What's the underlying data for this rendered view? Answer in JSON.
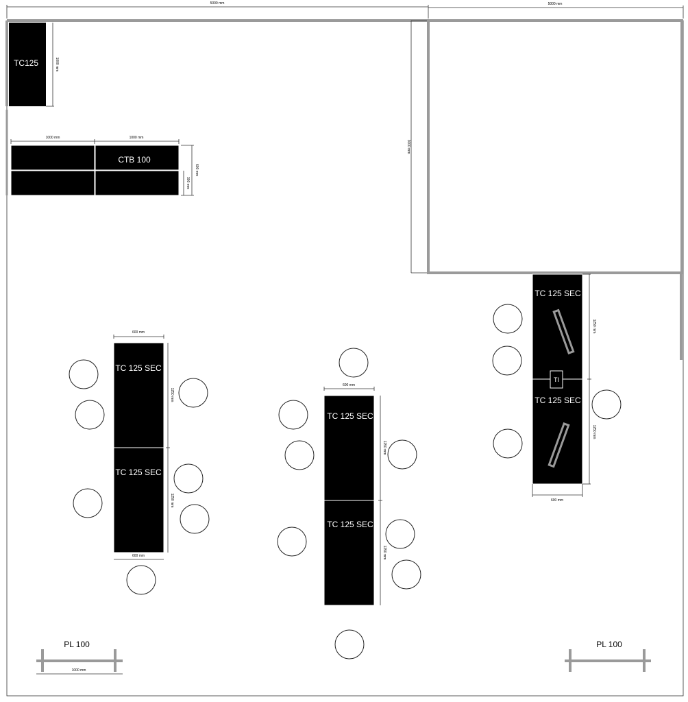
{
  "dimensions": {
    "top_left": "5000 mm",
    "top_right": "5000 mm",
    "room_height": "3000 mm",
    "tc125_height": "1000 mm",
    "ctb_width_1": "1000 mm",
    "ctb_width_2": "1000 mm",
    "ctb_depth": "600 mm",
    "ctb_half_depth": "300 mm",
    "g1_top_width": "600 mm",
    "g1_len_1": "1250 mm",
    "g1_len_2": "1250 mm",
    "g1_bottom_width": "600 mm",
    "g2_top_width": "600 mm",
    "g2_len_1": "1250 mm",
    "g2_len_2": "1250 mm",
    "g3_len_1": "1250 mm",
    "g3_len_2": "1250 mm",
    "g3_bottom_width": "600 mm",
    "pl_left_width": "1000 mm"
  },
  "labels": {
    "tc125": "TC125",
    "ctb": "CTB 100",
    "g1_a": "TC 125 SEC",
    "g1_b": "TC 125 SEC",
    "g2_a": "TC 125 SEC",
    "g2_b": "TC 125 SEC",
    "g3_a": "TC 125 SEC",
    "g3_b": "TC 125 SEC",
    "ti": "TI",
    "pl_left": "PL 100",
    "pl_right": "PL 100"
  },
  "colors": {
    "furniture": "#000000",
    "wall": "#9a9a9a"
  }
}
